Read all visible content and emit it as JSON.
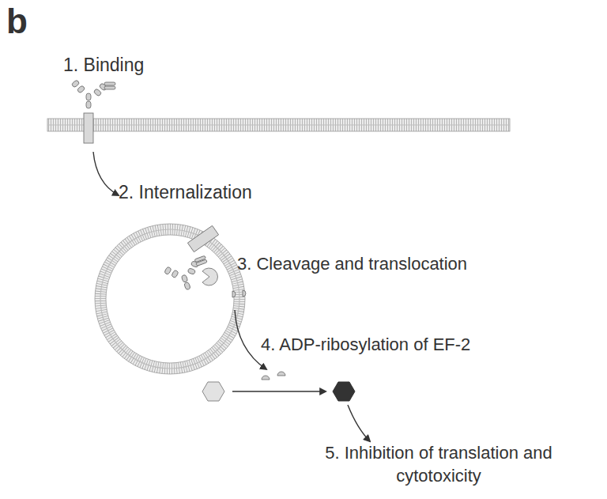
{
  "diagram": {
    "labels": [
      "b",
      "1. Binding",
      "2. Internalization",
      "3. Cleavage and translocation",
      "4. ADP-ribosylation of EF-2",
      "5. Inhibition of translation and cytotoxicity"
    ]
  }
}
